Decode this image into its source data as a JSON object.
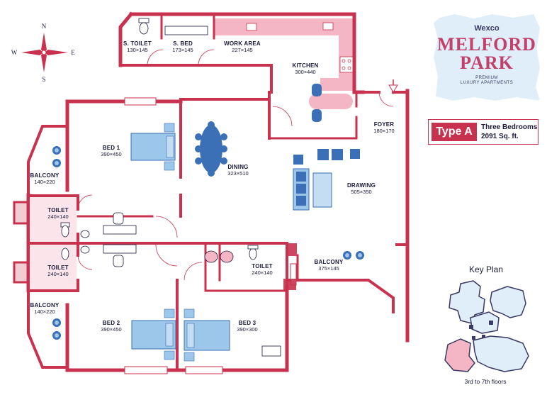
{
  "compass": {
    "n": "N",
    "s": "S",
    "e": "E",
    "w": "W"
  },
  "logo": {
    "brand": "Wexco",
    "line1": "MELFORD",
    "line2": "PARK",
    "tagline1": "PREMIUM",
    "tagline2": "LUXURY APARTMENTS"
  },
  "type_box": {
    "tag": "Type A",
    "line1": "Three Bedrooms",
    "line2": "2091 Sq. ft."
  },
  "key_plan": {
    "title": "Key Plan",
    "floors": "3rd to 7th floors"
  },
  "rooms": {
    "s_toilet": {
      "name": "S. TOILET",
      "size": "130×145"
    },
    "s_bed": {
      "name": "S. BED",
      "size": "173×145"
    },
    "work_area": {
      "name": "WORK AREA",
      "size": "227×145"
    },
    "kitchen": {
      "name": "KITCHEN",
      "size": "300×440"
    },
    "foyer": {
      "name": "FOYER",
      "size": "180×170"
    },
    "bed1": {
      "name": "BED 1",
      "size": "390×450"
    },
    "dining": {
      "name": "DINING",
      "size": "323×510"
    },
    "drawing": {
      "name": "DRAWING",
      "size": "505×350"
    },
    "balcony_left_top": {
      "name": "BALCONY",
      "size": "140×220"
    },
    "toilet_left_top": {
      "name": "TOILET",
      "size": "240×140"
    },
    "toilet_left_bottom": {
      "name": "TOILET",
      "size": "240×140"
    },
    "toilet_middle": {
      "name": "TOILET",
      "size": "240×140"
    },
    "balcony_right": {
      "name": "BALCONY",
      "size": "375×145"
    },
    "balcony_left_bottom": {
      "name": "BALCONY",
      "size": "140×220"
    },
    "bed2": {
      "name": "BED 2",
      "size": "390×450"
    },
    "bed3": {
      "name": "BED 3",
      "size": "390×300"
    }
  },
  "colors": {
    "wall": "#c8324e",
    "kitchen_fill": "#f4b6c4",
    "furniture_blue": "#9cc7ea",
    "furniture_dark": "#3b6fb6",
    "logo_bg": "#dfeef8",
    "logo_text": "#c2406a",
    "text": "#1a1a3a"
  }
}
